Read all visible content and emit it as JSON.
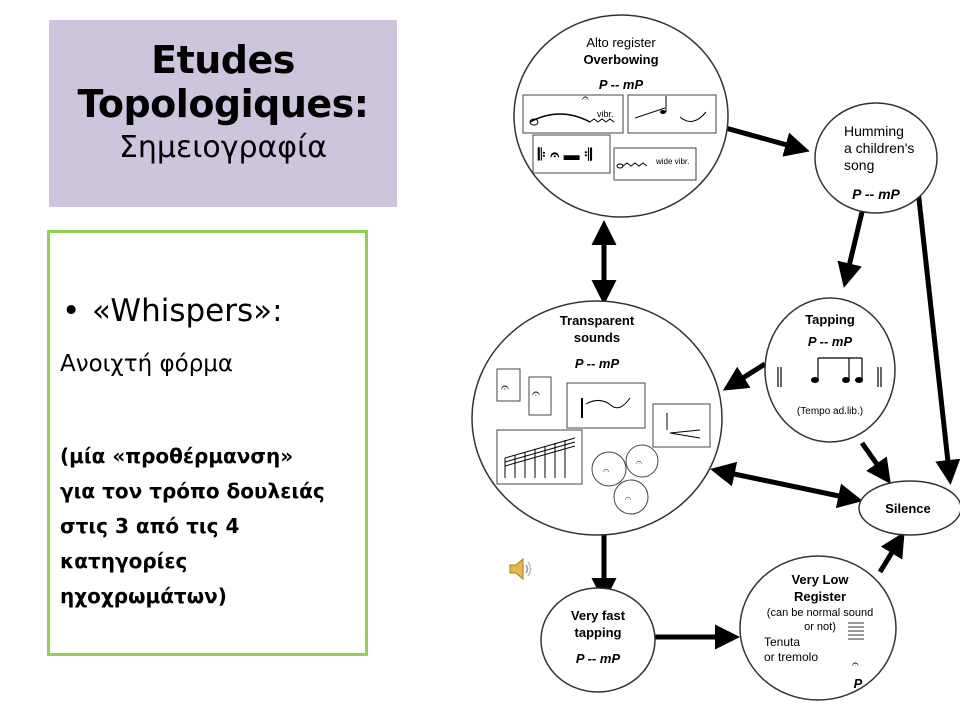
{
  "slide": {
    "title_line1": "Etudes",
    "title_line2": "Topologiques:",
    "subtitle": "Σημειογραφία",
    "bullet": "«Whispers»:",
    "bullet_sub": "Ανοιχτή φόρμα",
    "note_lines": [
      "(μία «προθέρμανση»",
      "για τον τρόπο δουλειάς",
      "στις 3 από τις 4",
      "κατηγορίες",
      "ηχοχρωμάτων)"
    ]
  },
  "diagram": {
    "nodes": {
      "alto": {
        "line1": "Alto register",
        "line2": "Overbowing",
        "dyn": "P  --  mP",
        "vibr": "vibr.",
        "wide_vibr": "wide vibr."
      },
      "humming": {
        "line1": "Humming",
        "line2": "a children's",
        "line3": "song",
        "dyn": "P  --  mP"
      },
      "transparent": {
        "line1": "Transparent",
        "line2": "sounds",
        "dyn": "P  --  mP"
      },
      "tapping": {
        "line1": "Tapping",
        "dyn": "P  --  mP",
        "tempo": "(Tempo ad.lib.)"
      },
      "silence": {
        "label": "Silence"
      },
      "fast": {
        "line1": "Very fast",
        "line2": "tapping",
        "dyn": "P  --  mP"
      },
      "low": {
        "line1": "Very Low",
        "line2": "Register",
        "line3": "(can be normal sound",
        "line4": "or not)",
        "line5": "Tenuta",
        "line6": "or tremolo",
        "dyn": "P"
      }
    }
  }
}
